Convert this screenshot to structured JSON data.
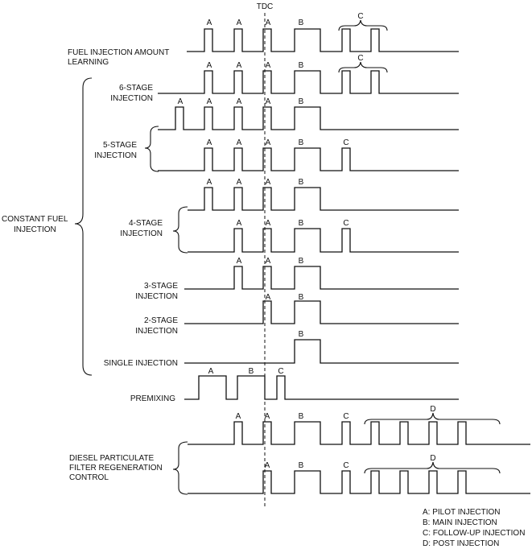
{
  "tdc_label": "TDC",
  "rows": [
    {
      "id": "fuel-injection-amount-learning",
      "label": [
        "FUEL INJECTION AMOUNT",
        "LEARNING"
      ]
    },
    {
      "id": "6-stage-injection",
      "label": [
        "6-STAGE",
        "INJECTION"
      ]
    },
    {
      "id": "5-stage-injection",
      "label": [
        "5-STAGE",
        "INJECTION"
      ]
    },
    {
      "id": "4-stage-injection",
      "label": [
        "4-STAGE",
        "INJECTION"
      ]
    },
    {
      "id": "3-stage-injection",
      "label": [
        "3-STAGE",
        "INJECTION"
      ]
    },
    {
      "id": "2-stage-injection",
      "label": [
        "2-STAGE",
        "INJECTION"
      ]
    },
    {
      "id": "single-injection",
      "label": [
        "SINGLE INJECTION"
      ]
    },
    {
      "id": "premixing",
      "label": [
        "PREMIXING"
      ]
    },
    {
      "id": "dpf-regeneration-control",
      "label": [
        "DIESEL PARTICULATE",
        "FILTER REGENERATION",
        "CONTROL"
      ]
    }
  ],
  "group_label": [
    "CONSTANT FUEL",
    "INJECTION"
  ],
  "pulse_letters": {
    "a": "A",
    "b": "B",
    "c": "C",
    "d": "D"
  },
  "legend": [
    "A: PILOT INJECTION",
    "B: MAIN INJECTION",
    "C: FOLLOW-UP INJECTION",
    "D: POST INJECTION"
  ]
}
